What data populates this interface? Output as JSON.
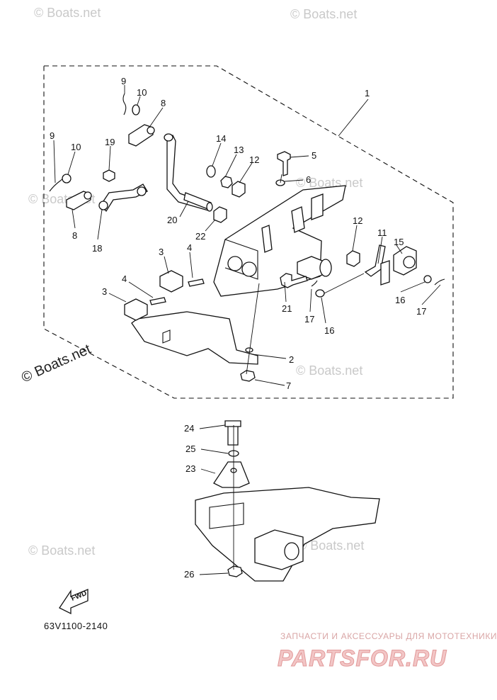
{
  "diagram_code": "63V1100-2140",
  "fwd_label": "FWD",
  "watermarks": {
    "copyright": "© Boats.net",
    "repeat": "© Boats.net"
  },
  "brand": {
    "tagline": "ЗАПЧАСТИ И АКСЕССУАРЫ ДЛЯ МОТОТЕХНИКИ",
    "logo": "PARTSFOR.RU"
  },
  "callouts": {
    "c1": "1",
    "c2": "2",
    "c3a": "3",
    "c3b": "3",
    "c4a": "4",
    "c4b": "4",
    "c5": "5",
    "c6": "6",
    "c7": "7",
    "c8a": "8",
    "c8b": "8",
    "c9a": "9",
    "c9b": "9",
    "c10a": "10",
    "c10b": "10",
    "c11": "11",
    "c12a": "12",
    "c12b": "12",
    "c13": "13",
    "c14": "14",
    "c15": "15",
    "c16a": "16",
    "c16b": "16",
    "c17a": "17",
    "c17b": "17",
    "c18": "18",
    "c19": "19",
    "c20": "20",
    "c21": "21",
    "c22": "22",
    "c23": "23",
    "c24": "24",
    "c25": "25",
    "c26": "26"
  }
}
